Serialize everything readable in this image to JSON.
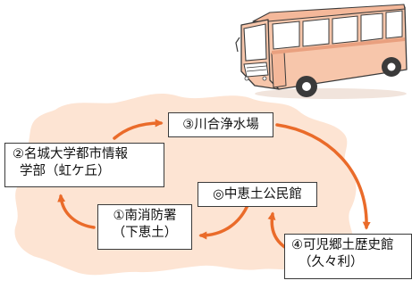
{
  "colors": {
    "map_fill": "#fde4d3",
    "arrow": "#ea6b2a",
    "bus_body": "#f7c6ab",
    "bus_window": "#ffffff",
    "outline": "#3a3a3a"
  },
  "stops": {
    "johoku": {
      "line1": "②名城大学都市情報",
      "line2": "学部（虹ケ丘）"
    },
    "kawai": {
      "line1": "③川合浄水場"
    },
    "nakae": {
      "line1": "◎中恵土公民館"
    },
    "minami": {
      "line1": "①南消防署",
      "line2": "（下恵土）"
    },
    "kani": {
      "line1": "④可児郷土歴史館",
      "line2": "（久々利）"
    }
  }
}
